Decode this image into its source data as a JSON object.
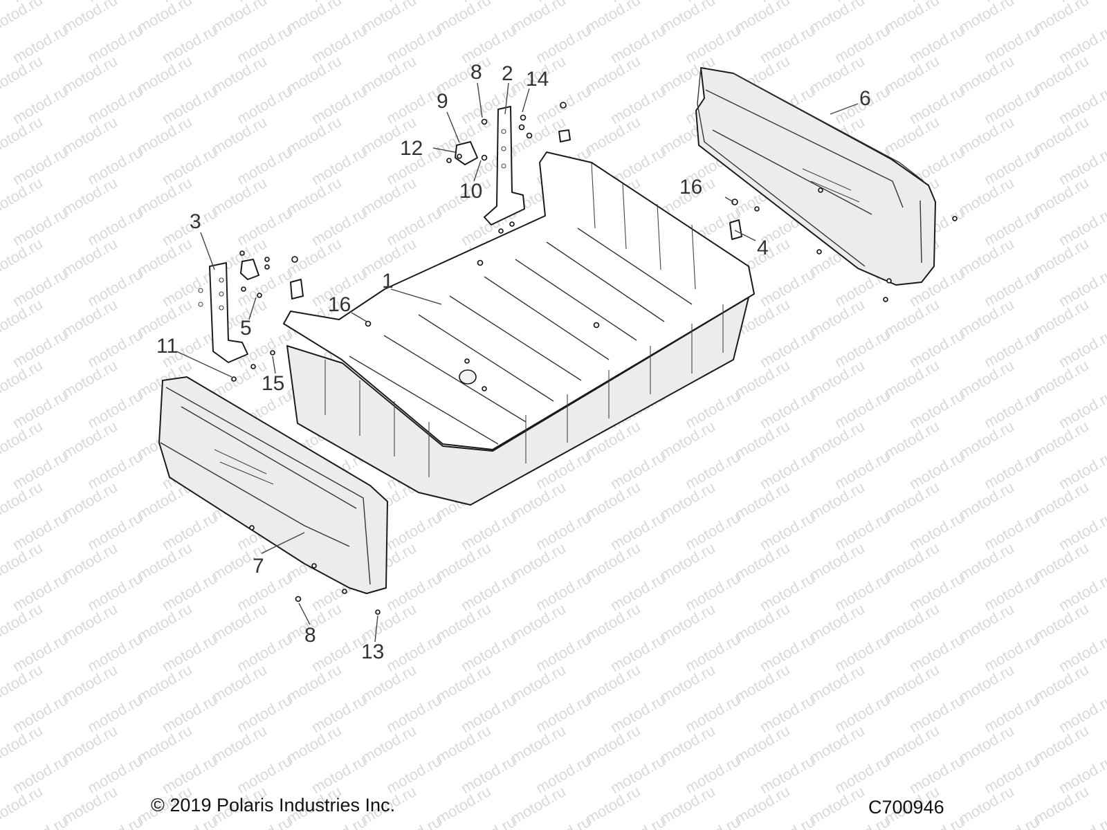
{
  "watermark": "motod.ru",
  "callouts": [
    {
      "id": "c1",
      "label": "1"
    },
    {
      "id": "c2",
      "label": "2"
    },
    {
      "id": "c3",
      "label": "3"
    },
    {
      "id": "c4",
      "label": "4"
    },
    {
      "id": "c5",
      "label": "5"
    },
    {
      "id": "c6",
      "label": "6"
    },
    {
      "id": "c7",
      "label": "7"
    },
    {
      "id": "c8a",
      "label": "8"
    },
    {
      "id": "c8b",
      "label": "8"
    },
    {
      "id": "c9",
      "label": "9"
    },
    {
      "id": "c10",
      "label": "10"
    },
    {
      "id": "c11",
      "label": "11"
    },
    {
      "id": "c12",
      "label": "12"
    },
    {
      "id": "c13",
      "label": "13"
    },
    {
      "id": "c14",
      "label": "14"
    },
    {
      "id": "c15",
      "label": "15"
    },
    {
      "id": "c16a",
      "label": "16"
    },
    {
      "id": "c16b",
      "label": "16"
    }
  ],
  "footer": {
    "copyright": "© 2019 Polaris Industries Inc.",
    "diagram_code": "C700946"
  },
  "colors": {
    "line": "#1a1a1a",
    "watermark": "#d9d9d9",
    "callout_text": "#333333"
  }
}
